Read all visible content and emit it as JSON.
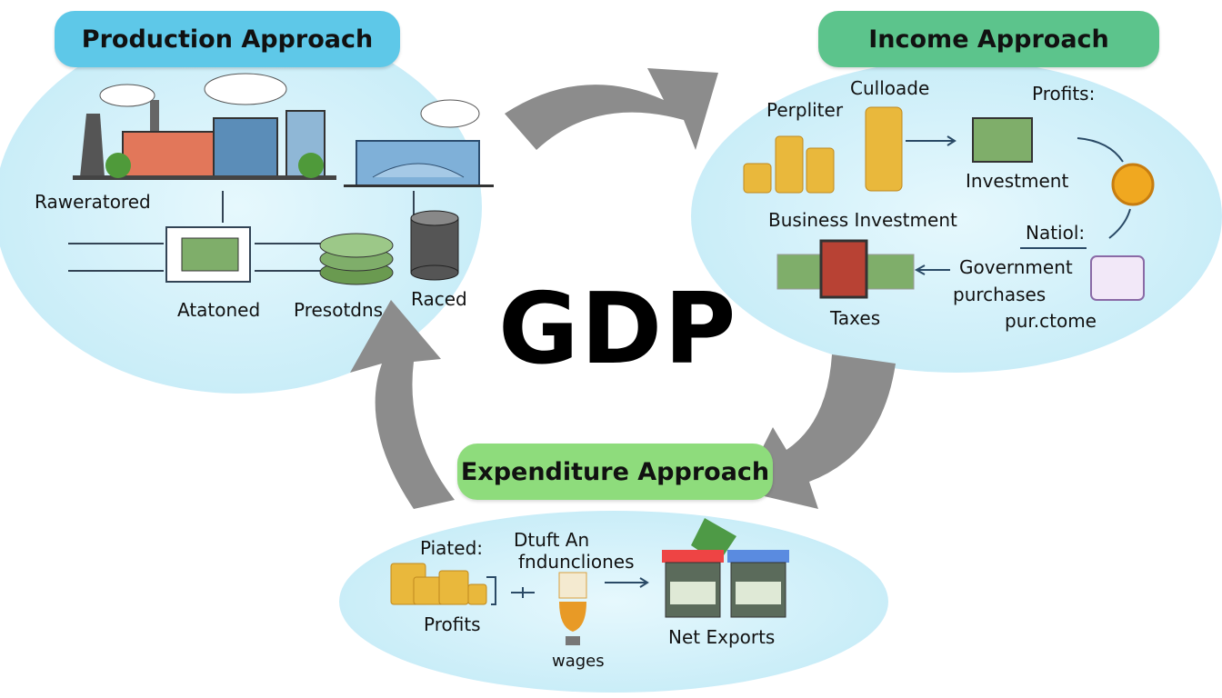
{
  "title": "GDP",
  "colors": {
    "bubble": "#cdeff9",
    "arrow": "#8c8c8c",
    "production_pill": "#5ec8e8",
    "income_pill": "#5cc48c",
    "expenditure_pill": "#8edc7c"
  },
  "production": {
    "heading": "Production Approach",
    "labels": [
      "Raweratored",
      "Atatoned",
      "Presotdns",
      "Raced"
    ]
  },
  "income": {
    "heading": "Income Approach",
    "labels": {
      "culloade": "Culloade",
      "perpliter": "Perpliter",
      "profits": "Profits:",
      "investment": "Investment",
      "business_investment": "Business Investment",
      "natiol": "Natiol:",
      "government": "Government",
      "purchases": "purchases",
      "purctome": "pur.ctome",
      "taxes": "Taxes"
    }
  },
  "expenditure": {
    "heading": "Expenditure Approach",
    "labels": {
      "piated": "Piated:",
      "dtuft": "Dtuft An",
      "fnduncliones": "fnduncliones",
      "profits": "Profits",
      "wages": "wages",
      "net_exports": "Net Exports"
    }
  }
}
